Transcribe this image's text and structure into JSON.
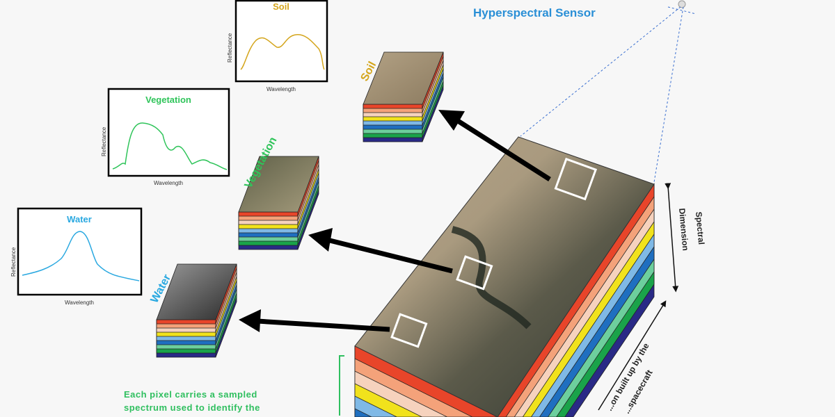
{
  "sensor_title": "Hyperspectral Sensor",
  "spectra": {
    "soil": {
      "title": "Soil",
      "ylabel": "Reflectance",
      "xlabel": "Wavelength",
      "color": "#d4a51c"
    },
    "vegetation": {
      "title": "Vegetation",
      "ylabel": "Reflectance",
      "xlabel": "Wavelength",
      "color": "#2fc45a"
    },
    "water": {
      "title": "Water",
      "ylabel": "Reflectance",
      "xlabel": "Wavelength",
      "color": "#29a8e0"
    }
  },
  "cube_labels": {
    "soil": "Soil",
    "vegetation": "Vegetation",
    "water": "Water"
  },
  "spectral_dimension": {
    "line1": "Spectral",
    "line2": "Dimension"
  },
  "spatial_note": {
    "line1": "...on built up by the",
    "line2": "...spacecraft"
  },
  "caption": {
    "line1": "Each pixel carries a sampled",
    "line2": "spectrum used to identify the"
  },
  "band_colors": [
    "#e8452a",
    "#f4a27a",
    "#f6d2bd",
    "#f1e21c",
    "#7fb9e6",
    "#1f6fc0",
    "#6dcf9d",
    "#1aa34a",
    "#2a2a86"
  ]
}
